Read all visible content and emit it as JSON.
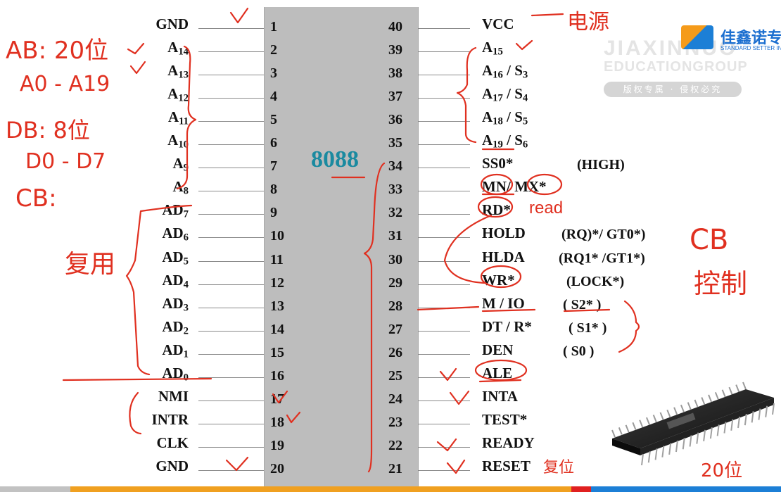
{
  "chip": {
    "label": "8088"
  },
  "left_pins": [
    {
      "num": "1",
      "name": "GND"
    },
    {
      "num": "2",
      "name": "A",
      "sub": "14"
    },
    {
      "num": "3",
      "name": "A",
      "sub": "13"
    },
    {
      "num": "4",
      "name": "A",
      "sub": "12"
    },
    {
      "num": "5",
      "name": "A",
      "sub": "11"
    },
    {
      "num": "6",
      "name": "A",
      "sub": "10"
    },
    {
      "num": "7",
      "name": "A",
      "sub": "9"
    },
    {
      "num": "8",
      "name": "A",
      "sub": "8"
    },
    {
      "num": "9",
      "name": "AD",
      "sub": "7"
    },
    {
      "num": "10",
      "name": "AD",
      "sub": "6"
    },
    {
      "num": "11",
      "name": "AD",
      "sub": "5"
    },
    {
      "num": "12",
      "name": "AD",
      "sub": "4"
    },
    {
      "num": "13",
      "name": "AD",
      "sub": "3"
    },
    {
      "num": "14",
      "name": "AD",
      "sub": "2"
    },
    {
      "num": "15",
      "name": "AD",
      "sub": "1"
    },
    {
      "num": "16",
      "name": "AD",
      "sub": "0"
    },
    {
      "num": "17",
      "name": "NMI"
    },
    {
      "num": "18",
      "name": "INTR"
    },
    {
      "num": "19",
      "name": "CLK"
    },
    {
      "num": "20",
      "name": "GND"
    }
  ],
  "right_pins": [
    {
      "num": "40",
      "name": "VCC"
    },
    {
      "num": "39",
      "name": "A",
      "sub": "15"
    },
    {
      "num": "38",
      "name": "A",
      "sub": "16",
      "name2": " / S",
      "sub2": "3"
    },
    {
      "num": "37",
      "name": "A",
      "sub": "17",
      "name2": " / S",
      "sub2": "4"
    },
    {
      "num": "36",
      "name": "A",
      "sub": "18",
      "name2": " / S",
      "sub2": "5"
    },
    {
      "num": "35",
      "name": "A",
      "sub": "19",
      "name2": " / S",
      "sub2": "6"
    },
    {
      "num": "34",
      "name": "SS0*",
      "alt": "(HIGH)"
    },
    {
      "num": "33",
      "name": "MN/ MX*"
    },
    {
      "num": "32",
      "name": "RD*"
    },
    {
      "num": "31",
      "name": "HOLD",
      "alt": "(RQ)*/ GT0*)"
    },
    {
      "num": "30",
      "name": "HLDA",
      "alt": "(RQ1* /GT1*)"
    },
    {
      "num": "29",
      "name": "WR*",
      "alt": "(LOCK*)"
    },
    {
      "num": "28",
      "name": "M / IO",
      "alt": "( S2* )"
    },
    {
      "num": "27",
      "name": "DT / R*",
      "alt": "( S1* )"
    },
    {
      "num": "26",
      "name": "DEN",
      "alt": "( S0 )"
    },
    {
      "num": "25",
      "name": "ALE"
    },
    {
      "num": "24",
      "name": "INTA"
    },
    {
      "num": "23",
      "name": "TEST*"
    },
    {
      "num": "22",
      "name": "READY"
    },
    {
      "num": "21",
      "name": "RESET"
    }
  ],
  "annotations": {
    "ab": "AB: 20位",
    "ab_range": "A0 - A19",
    "db": "DB: 8位",
    "db_range": "D0 - D7",
    "cb": "CB:",
    "mux": "复用",
    "power": "电源",
    "read": "read",
    "cb_right": "CB",
    "control": "控制",
    "reset": "复位",
    "bits20": "20位"
  },
  "watermark": {
    "brand_cn": "佳鑫诺专",
    "tagline": "STANDARD SETTER IN H",
    "line1": "JIAXINNUO",
    "line2": "EDUCATIONGROUP",
    "badge": "版权专属 · 侵权必究"
  },
  "colors": {
    "chip": "#bdbdbd",
    "chip_label": "#1a8aa0",
    "ink": "#e03020"
  }
}
